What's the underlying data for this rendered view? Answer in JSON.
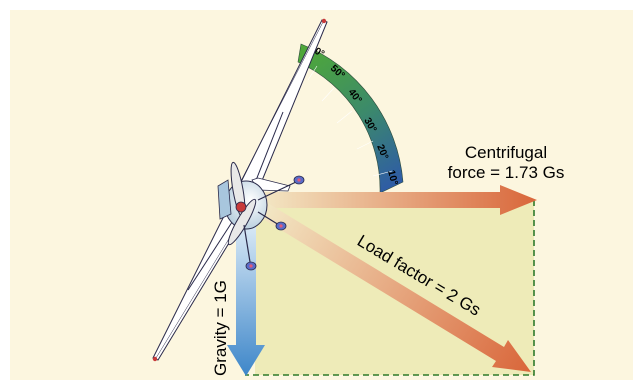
{
  "labels": {
    "centrifugal_line1": "Centrifugal",
    "centrifugal_line2": "force = 1.73 Gs",
    "load_factor": "Load factor = 2 Gs",
    "gravity": "Gravity = 1G"
  },
  "bank_scale": [
    "60°",
    "50°",
    "40°",
    "30°",
    "20°",
    "10°"
  ],
  "colors": {
    "background": "#FCF6DF",
    "rectangle_fill": "#EEEBB8",
    "dashed_border": "#2F7A2A",
    "force_arrow_start": "#F3E7C4",
    "force_arrow_end": "#D9663A",
    "gravity_arrow_start": "#DCEBF7",
    "gravity_arrow_end": "#3D86C9",
    "scale_green": "#4EA73A",
    "scale_blue": "#2E5AA8"
  }
}
